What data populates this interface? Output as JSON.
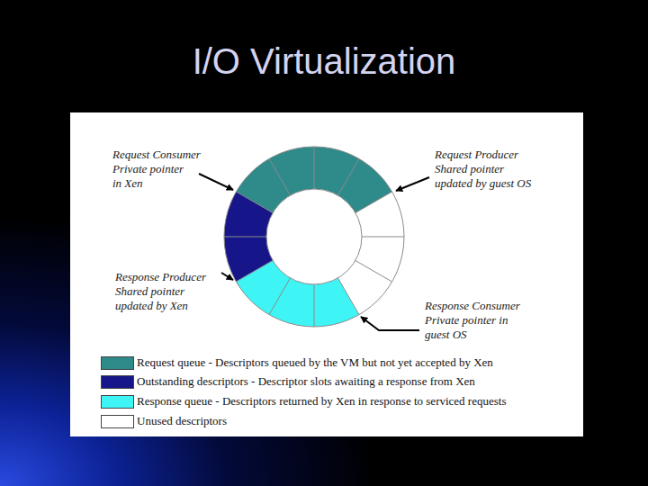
{
  "diagram": {
    "title": "I/O Virtualization",
    "labels": [
      "Request Consumer",
      "Private pointer in Xen",
      "Request Producer",
      "Shared pointer updated by guest OS",
      "Response Producer",
      "Shared pointer updated by Xen",
      "Response Consumer",
      "Private pointer in guest OS"
    ],
    "legend": [
      {
        "text": "Request queue - Descriptors queued by the VM but not yet accepted by Xen",
        "color": "#2f8a8a"
      },
      {
        "text": "Outstanding descriptors - Descriptor slots awaiting a response from Xen",
        "color": "#16168a"
      },
      {
        "text": "Response queue - Descriptors returned by Xen in response to serviced requests",
        "color": "#3ff4f4"
      },
      {
        "text": "Unused descriptors",
        "color": "#ffffff"
      }
    ]
  }
}
